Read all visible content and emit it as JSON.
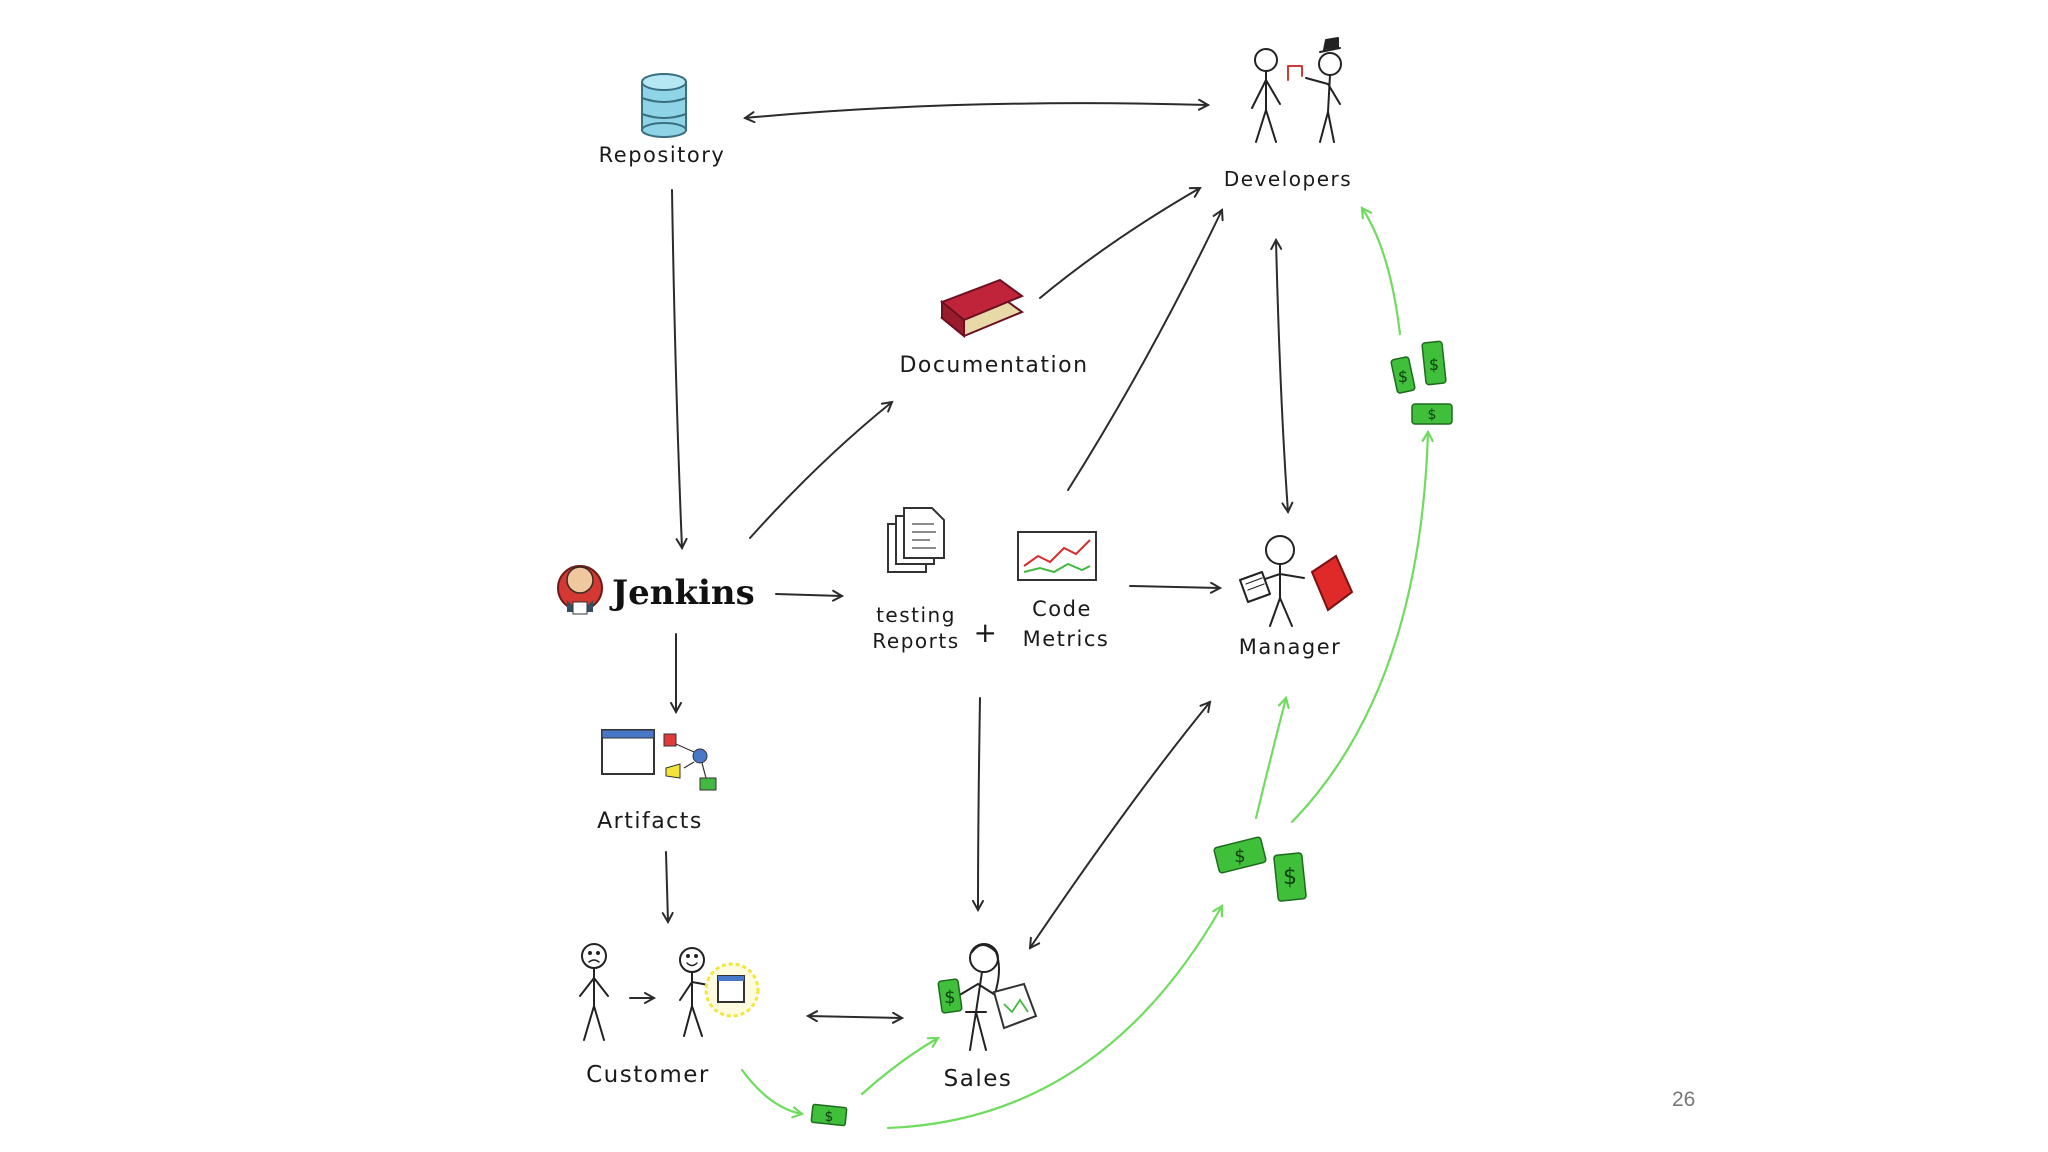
{
  "labels": {
    "repository": "Repository",
    "developers": "Developers",
    "documentation": "Documentation",
    "jenkins": "Jenkins",
    "testing_line1": "testing",
    "testing_line2": "Reports",
    "plus": "+",
    "code_line1": "Code",
    "code_line2": "Metrics",
    "manager": "Manager",
    "artifacts": "Artifacts",
    "customer": "Customer",
    "sales": "Sales"
  },
  "money_symbol": "$",
  "page_number": "26",
  "colors": {
    "money_flow": "#6fdc5e",
    "money_bill": "#3fbf3a",
    "book": "#c0243a",
    "manager_folder": "#e02a2a",
    "database": "#8fd3e6",
    "customer_highlight": "#f3e63a"
  }
}
